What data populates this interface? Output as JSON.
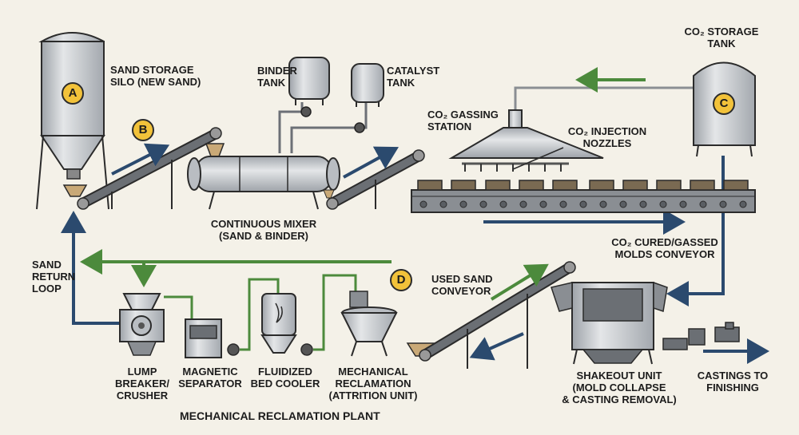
{
  "labels": {
    "sand_silo": "SAND STORAGE\nSILO (NEW SAND)",
    "binder_tank": "BINDER\nTANK",
    "catalyst_tank": "CATALYST\nTANK",
    "co2_storage": "CO₂ STORAGE\nTANK",
    "gassing_station": "CO₂ GASSING\nSTATION",
    "injection_nozzles": "CO₂ INJECTION\nNOZZLES",
    "continuous_mixer": "CONTINUOUS MIXER\n(SAND & BINDER)",
    "cured_conveyor": "CO₂ CURED/GASSED\nMOLDS CONVEYOR",
    "sand_return": "SAND\nRETURN\nLOOP",
    "used_sand_conveyor": "USED SAND\nCONVEYOR",
    "lump_breaker": "LUMP\nBREAKER/\nCRUSHER",
    "magnetic_separator": "MAGNETIC\nSEPARATOR",
    "fluidized_cooler": "FLUIDIZED\nBED COOLER",
    "mechanical_reclamation": "MECHANICAL\nRECLAMATION\n(ATTRITION UNIT)",
    "reclamation_plant": "MECHANICAL RECLAMATION PLANT",
    "shakeout_unit": "SHAKEOUT UNIT\n(MOLD COLLAPSE\n& CASTING REMOVAL)",
    "castings_finishing": "CASTINGS TO\nFINISHING"
  },
  "badges": {
    "a": "A",
    "b": "B",
    "c": "C",
    "d": "D"
  },
  "colors": {
    "background": "#f4f1e8",
    "steel": "#c9ccd0",
    "outline": "#2b2b2b",
    "badge": "#f2c23a",
    "arrow_navy": "#2b4a6e",
    "arrow_green": "#4c8a3c"
  }
}
